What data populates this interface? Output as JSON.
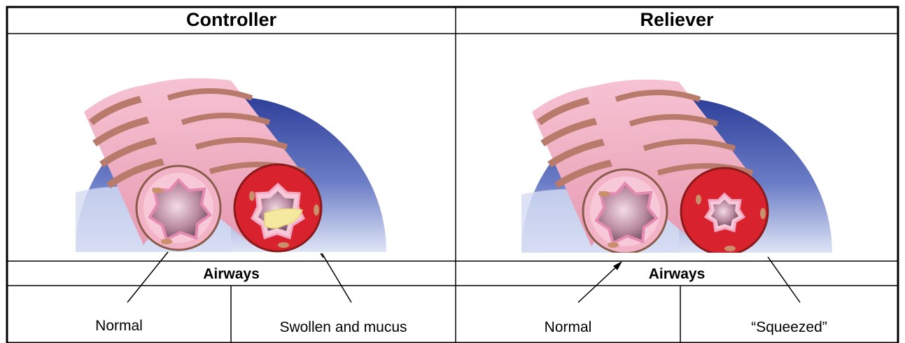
{
  "controller": {
    "title": "Controller",
    "airways_label": "Airways",
    "left_label": "Normal",
    "right_label": "Swollen and mucus"
  },
  "reliever": {
    "title": "Reliever",
    "airways_label": "Airways",
    "left_label": "Normal",
    "right_label": "“Squeezed”"
  },
  "colors": {
    "sky_top": "#2e3f9a",
    "sky_bottom": "#d9e0f4",
    "tube_pink": "#f2b3c6",
    "tube_ring": "#b87a6a",
    "inflamed_red": "#d8222e",
    "mucus": "#f5e9a0"
  }
}
